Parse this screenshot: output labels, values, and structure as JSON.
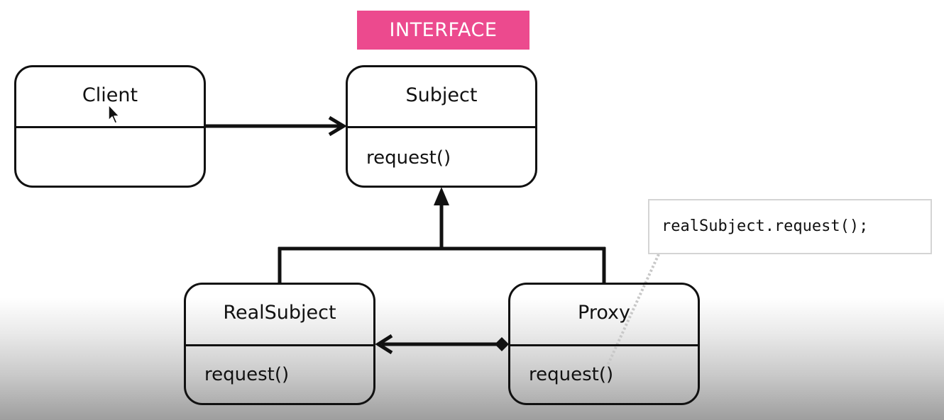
{
  "badge": {
    "label": "INTERFACE",
    "color": "#ec4a8e"
  },
  "classes": {
    "client": {
      "name": "Client",
      "method": ""
    },
    "subject": {
      "name": "Subject",
      "method": "request()"
    },
    "real_subject": {
      "name": "RealSubject",
      "method": "request()"
    },
    "proxy": {
      "name": "Proxy",
      "method": "request()"
    }
  },
  "note": {
    "code": "realSubject.request();"
  },
  "relations": [
    {
      "from": "Client",
      "to": "Subject",
      "kind": "association"
    },
    {
      "from": "RealSubject",
      "to": "Subject",
      "kind": "realization"
    },
    {
      "from": "Proxy",
      "to": "Subject",
      "kind": "realization"
    },
    {
      "from": "Proxy",
      "to": "RealSubject",
      "kind": "composition"
    }
  ],
  "colors": {
    "stroke": "#111111",
    "note_border": "#d4d4d4",
    "note_leader": "#c8c8c8"
  },
  "cursor": "mouse-pointer-icon"
}
